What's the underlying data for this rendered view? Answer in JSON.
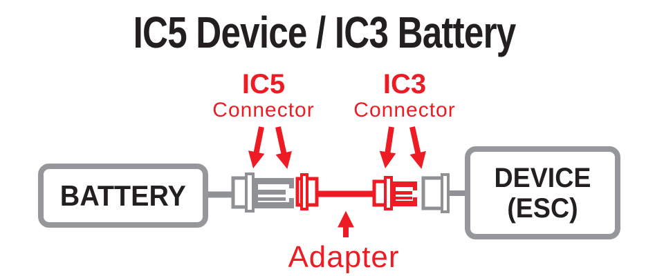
{
  "title": "IC5 Device / IC3 Battery",
  "callouts": {
    "ic5": {
      "name": "IC5",
      "sub": "Connector"
    },
    "ic3": {
      "name": "IC3",
      "sub": "Connector"
    },
    "adapter": "Adapter"
  },
  "nodes": {
    "battery": "BATTERY",
    "device_line1": "DEVICE",
    "device_line2": "(ESC)"
  },
  "icons": {
    "ic5_callout_arrows": "two-red-down-arrows",
    "ic3_callout_arrows": "two-red-down-arrows",
    "adapter_callout_arrow": "red-up-arrow"
  },
  "colors": {
    "red": "#ED1C24",
    "gray": "#8F9194",
    "boxGray": "#95979A",
    "black": "#231F20",
    "background": "#FFFFFF"
  }
}
